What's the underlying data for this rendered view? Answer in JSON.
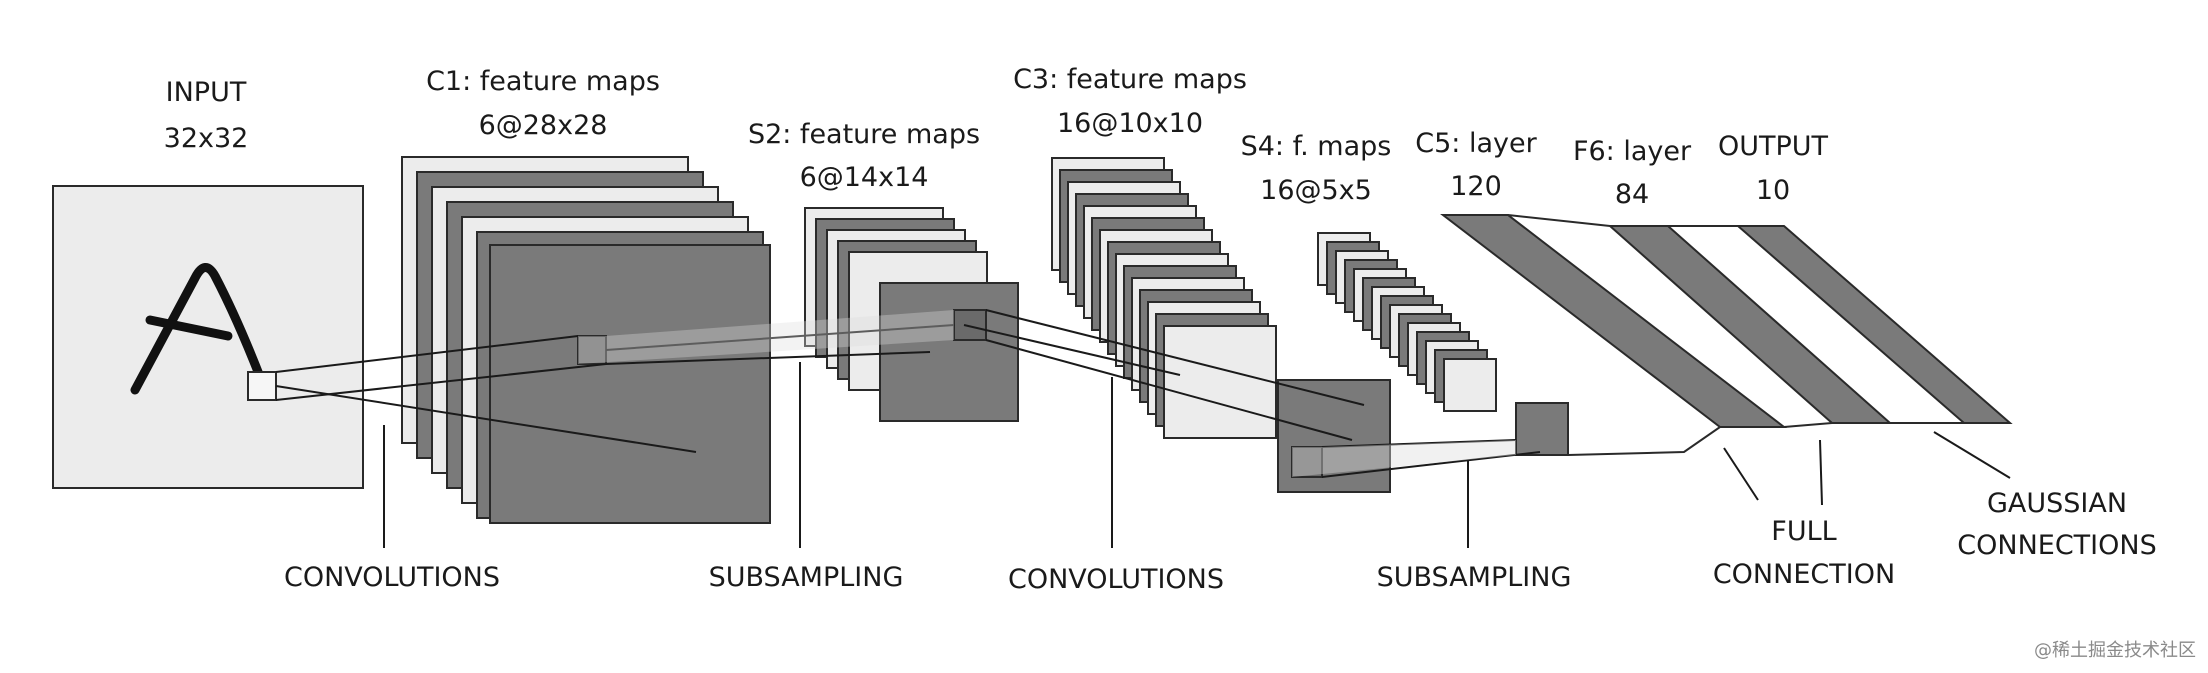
{
  "layers": {
    "input": {
      "name": "INPUT",
      "size": "32x32"
    },
    "c1": {
      "name": "C1: feature maps",
      "size": "6@28x28"
    },
    "s2": {
      "name": "S2: feature maps",
      "size": "6@14x14"
    },
    "c3": {
      "name": "C3: feature maps",
      "size": "16@10x10"
    },
    "s4": {
      "name": "S4: f. maps",
      "size": "16@5x5"
    },
    "c5": {
      "name": "C5: layer",
      "size": "120"
    },
    "f6": {
      "name": "F6: layer",
      "size": "84"
    },
    "output": {
      "name": "OUTPUT",
      "size": "10"
    }
  },
  "operations": {
    "conv1": "CONVOLUTIONS",
    "sub1": "SUBSAMPLING",
    "conv2": "CONVOLUTIONS",
    "sub2": "SUBSAMPLING",
    "full1": "FULL",
    "full2": "CONNECTION",
    "gauss1": "GAUSSIAN",
    "gauss2": "CONNECTIONS"
  },
  "watermark": "@稀土掘金技术社区",
  "colors": {
    "light": "#ececec",
    "dark": "#7a7a7a",
    "stroke": "#2a2a2a"
  }
}
